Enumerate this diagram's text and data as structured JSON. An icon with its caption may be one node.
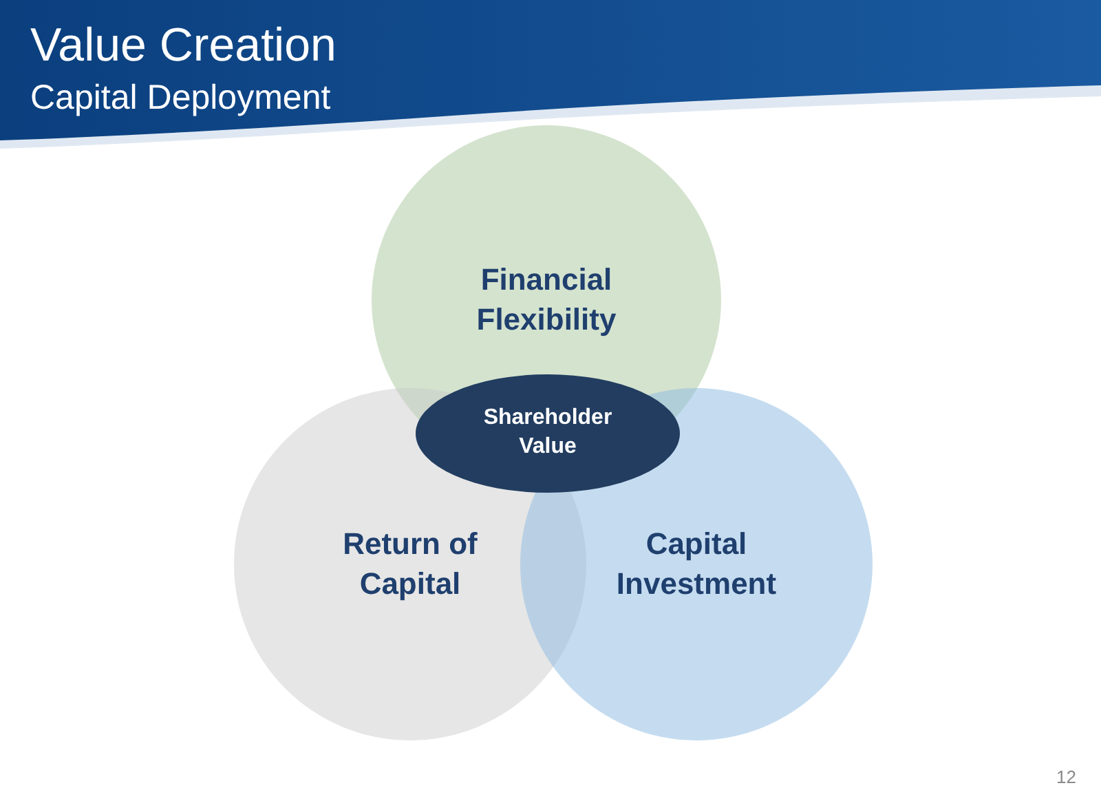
{
  "diagram": {
    "title": "Value Creation",
    "nodes": [
      {
        "text": [
          "Financial Flexibility"
        ]
      },
      {
        "text": [
          "Return of Capital"
        ]
      },
      {
        "text": [
          "Capital Investment"
        ]
      },
      {
        "text": [
          "Shareholder Value"
        ]
      }
    ],
    "labels": [
      "Capital Deployment",
      "12"
    ]
  }
}
